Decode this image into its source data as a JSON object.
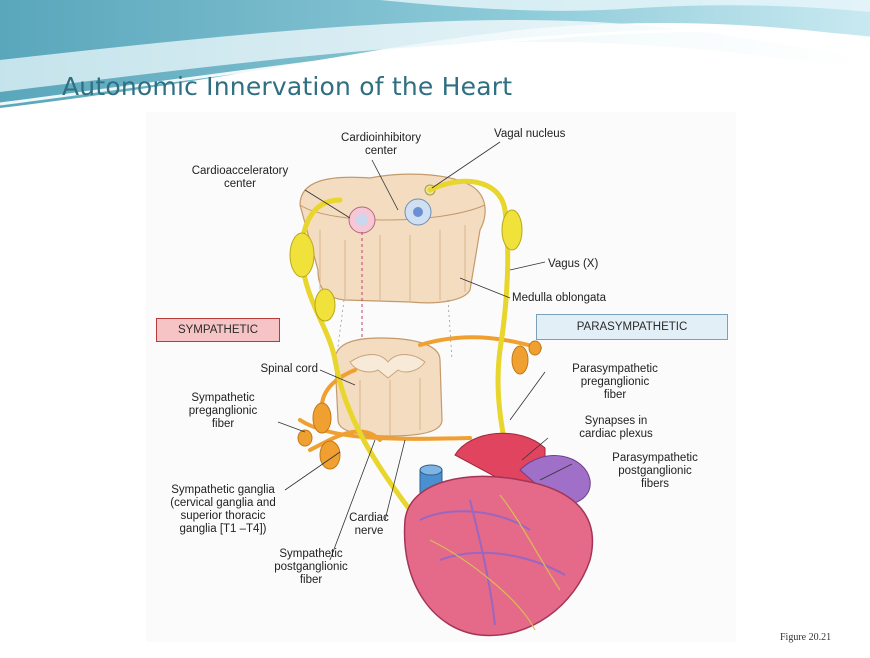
{
  "slide": {
    "title": "Autonomic Innervation of the Heart",
    "figure_caption": "Figure 20.21"
  },
  "labels": {
    "cardioinhibitory": "Cardioinhibitory\ncenter",
    "vagal_nucleus": "Vagal nucleus",
    "cardioacceleratory": "Cardioacceleratory\ncenter",
    "vagus": "Vagus (X)",
    "medulla": "Medulla oblongata",
    "sympathetic": "SYMPATHETIC",
    "parasympathetic": "PARASYMPATHETIC",
    "spinal_cord": "Spinal cord",
    "para_pre": "Parasympathetic\npreganglionic\nfiber",
    "symp_pre": "Sympathetic\npreganglionic\nfiber",
    "synapses": "Synapses in\ncardiac plexus",
    "para_post": "Parasympathetic\npostganglionic\nfibers",
    "symp_ganglia": "Sympathetic ganglia\n(cervical ganglia and\nsuperior thoracic\nganglia [T1 –T4])",
    "cardiac_nerve": "Cardiac\nnerve",
    "symp_post": "Sympathetic\npostganglionic\nfiber"
  },
  "colors": {
    "banner_teal": "#6fb3c6",
    "title_color": "#2e6f82",
    "nerve_yellow": "#f0e23a",
    "ganglion_orange": "#f0a030",
    "tissue_tan": "#f3dcc0",
    "heart_pink": "#e56a8a",
    "sympathetic_box": "#f6c4c4",
    "parasympathetic_box": "#e3eff7"
  }
}
